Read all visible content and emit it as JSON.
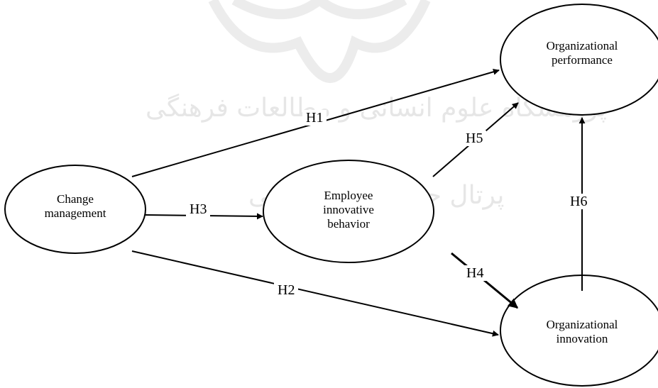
{
  "diagram": {
    "nodes": {
      "change_management": {
        "lines": [
          "Change",
          "management"
        ]
      },
      "employee_innovative_behavior": {
        "lines": [
          "Employee",
          "innovative",
          "behavior"
        ]
      },
      "organizational_performance": {
        "lines": [
          "Organizational",
          "performance"
        ]
      },
      "organizational_innovation": {
        "lines": [
          "Organizational",
          "innovation"
        ]
      }
    },
    "edges": {
      "h1": {
        "label": "H1",
        "from": "Change management",
        "to": "Organizational performance"
      },
      "h2": {
        "label": "H2",
        "from": "Change management",
        "to": "Organizational innovation"
      },
      "h3": {
        "label": "H3",
        "from": "Change management",
        "to": "Employee innovative behavior"
      },
      "h4": {
        "label": "H4",
        "from": "Employee innovative behavior",
        "to": "Organizational innovation"
      },
      "h5": {
        "label": "H5",
        "from": "Employee innovative behavior",
        "to": "Organizational performance"
      },
      "h6": {
        "label": "H6",
        "from": "Organizational innovation",
        "to": "Organizational performance"
      }
    }
  },
  "watermark": {
    "line1": "پژوهشگاه علوم انسانی و مطالعات فرهنگی",
    "line2": "پرتال جامع علوم انسانی"
  }
}
